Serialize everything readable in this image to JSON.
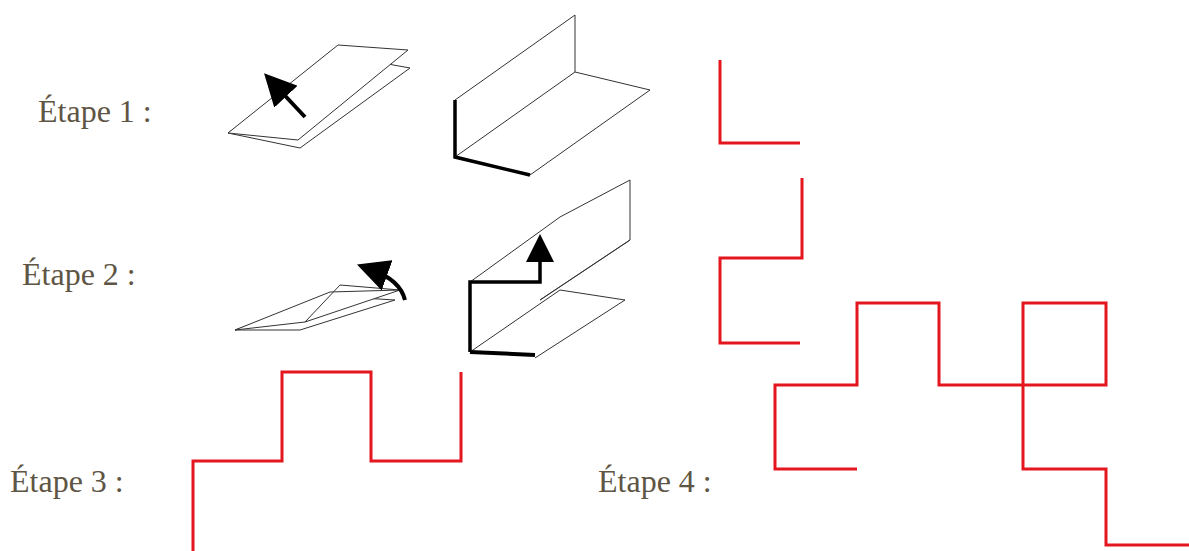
{
  "diagram": {
    "labels": [
      "Étape 1 :",
      "Étape 2 :",
      "Étape 3 :",
      "Étape 4 :"
    ]
  }
}
